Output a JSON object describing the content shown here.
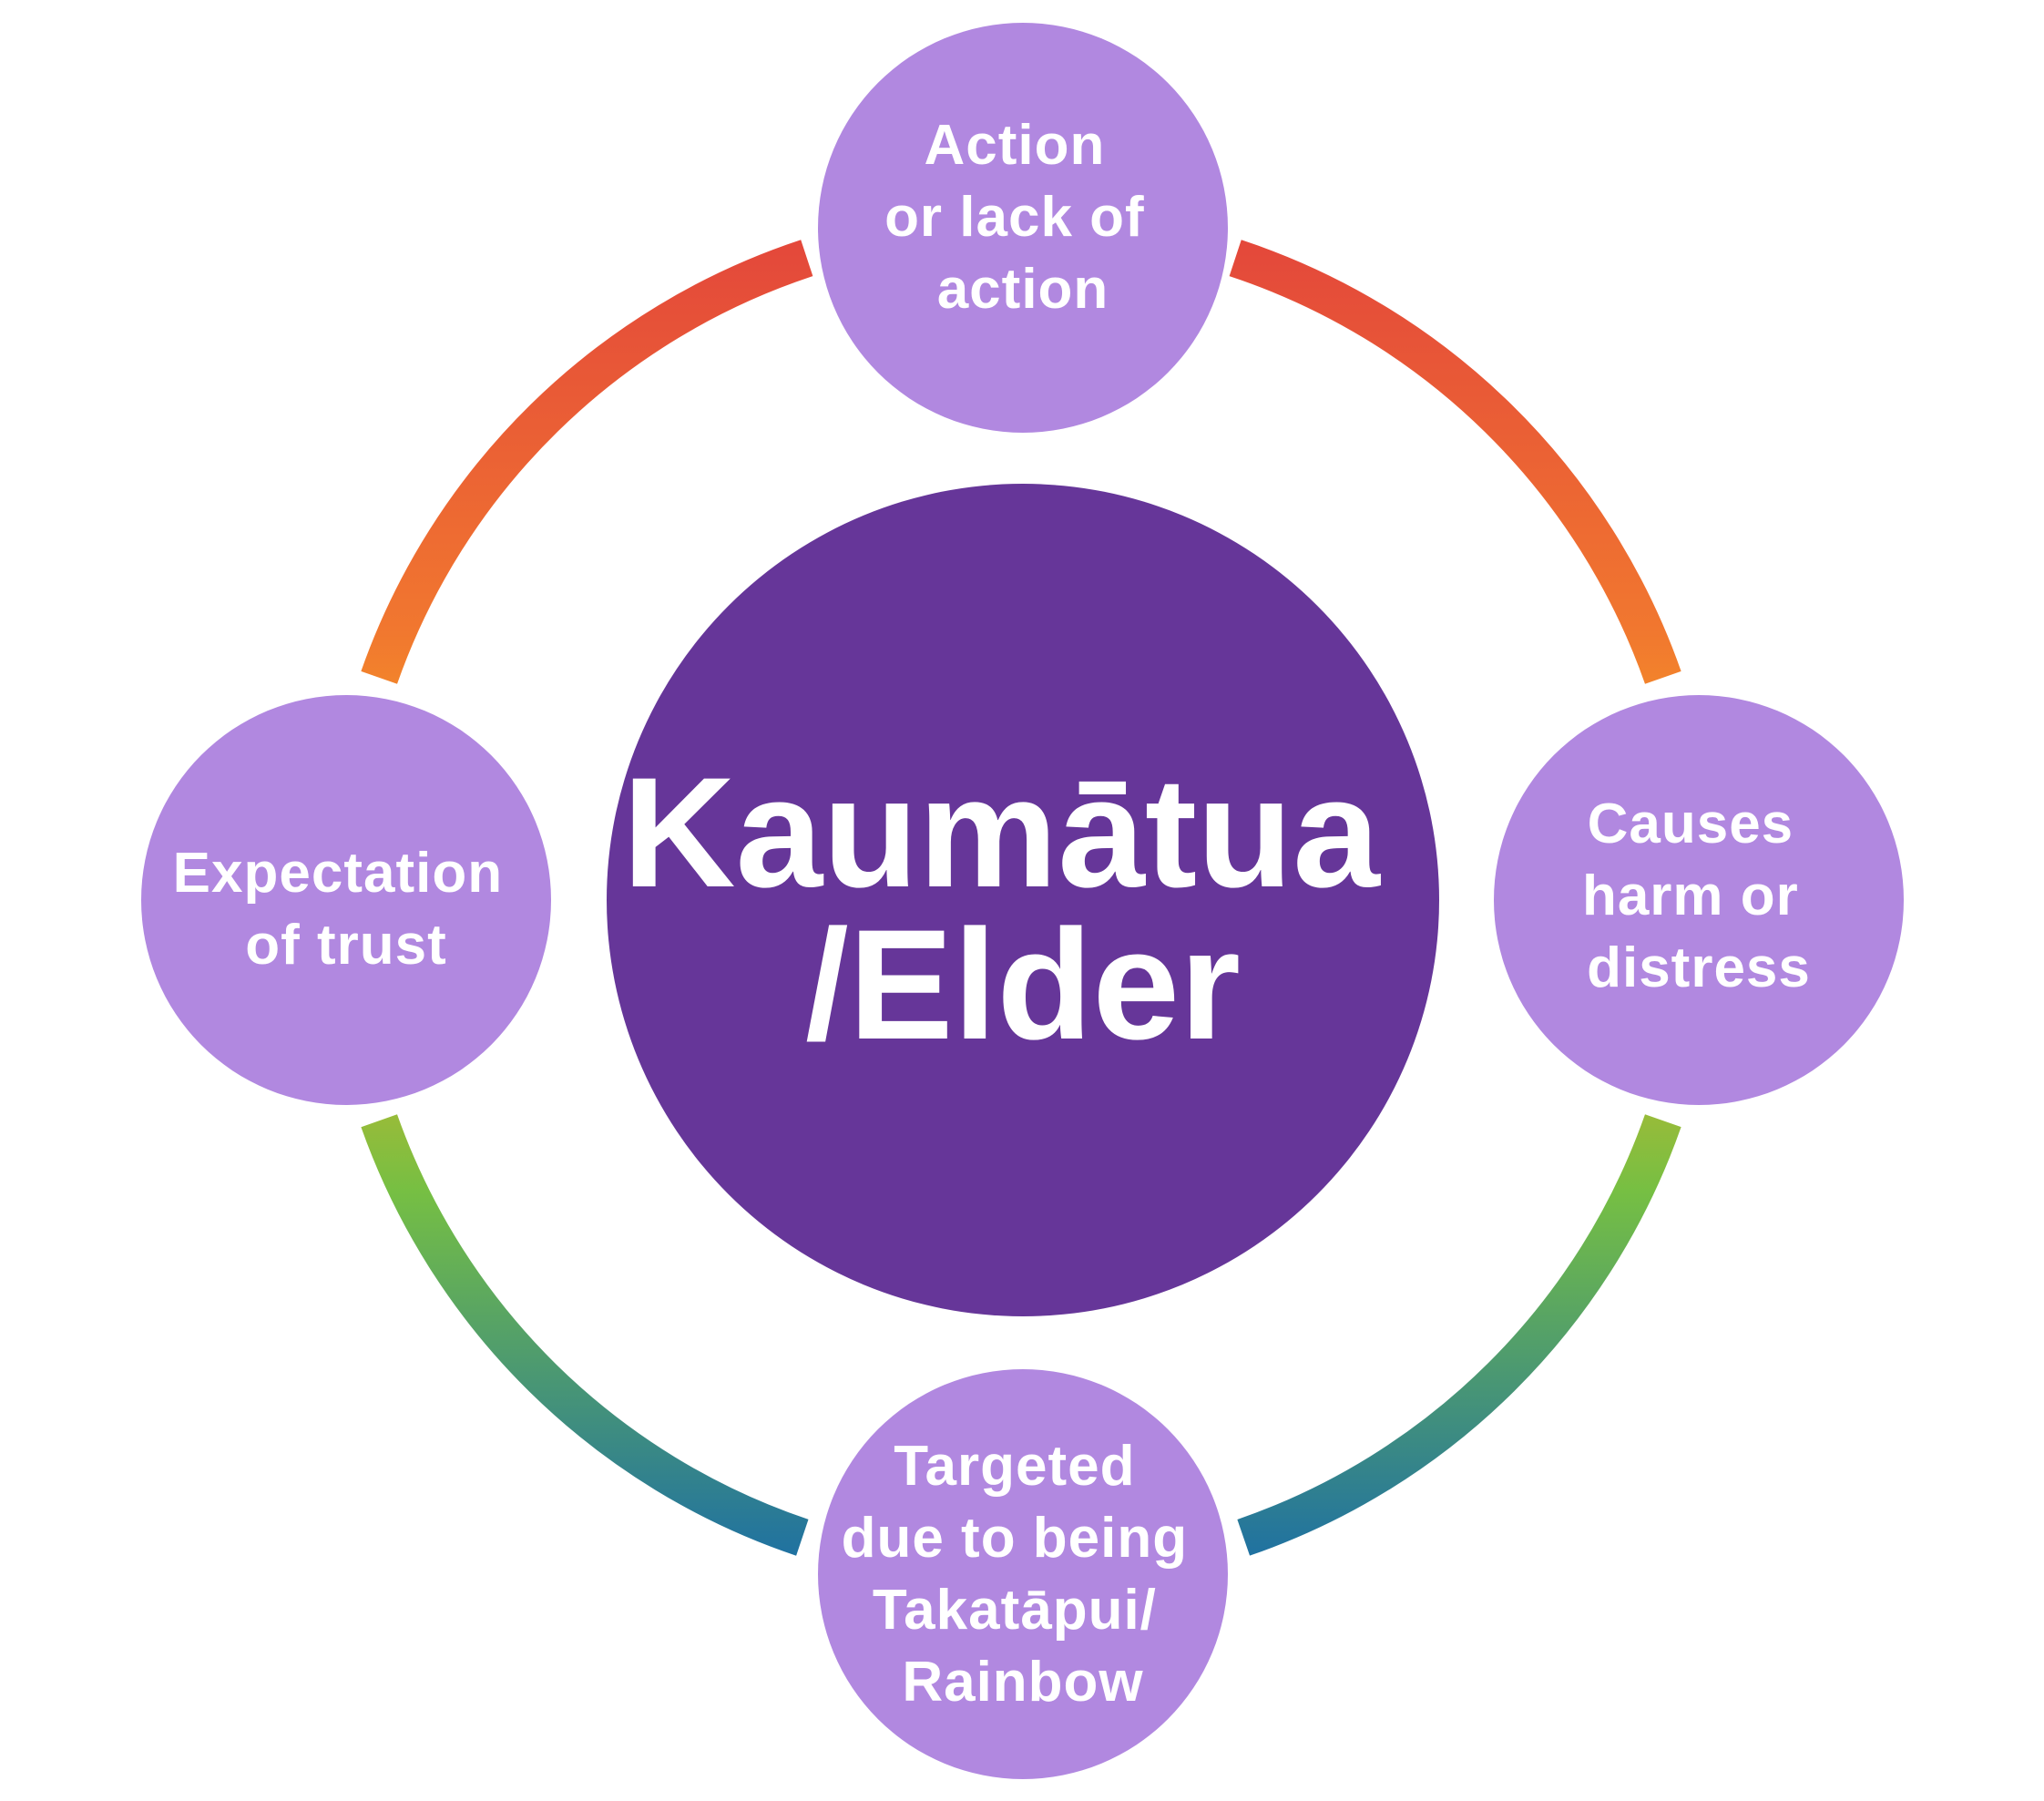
{
  "colors": {
    "background": "#ffffff",
    "center_fill": "#663699",
    "node_fill": "#b188e0",
    "label_color": "#ffffff",
    "ring_top": "#e3463b",
    "ring_upper": "#f1772f",
    "ring_middle": "#f6b21e",
    "ring_lower": "#76bf43",
    "ring_bottom": "#1d6fa4"
  },
  "center": {
    "lines": [
      "Kaumātua",
      "/Elder"
    ]
  },
  "nodes": {
    "top": {
      "lines": [
        "Action",
        "or lack of",
        "action"
      ]
    },
    "right": {
      "lines": [
        "Causes",
        "harm or",
        "distress"
      ]
    },
    "bottom": {
      "lines": [
        "Targeted",
        "due to being",
        "Takatāpui/",
        "Rainbow"
      ]
    },
    "left": {
      "lines": [
        "Expectation",
        "of trust"
      ]
    }
  }
}
